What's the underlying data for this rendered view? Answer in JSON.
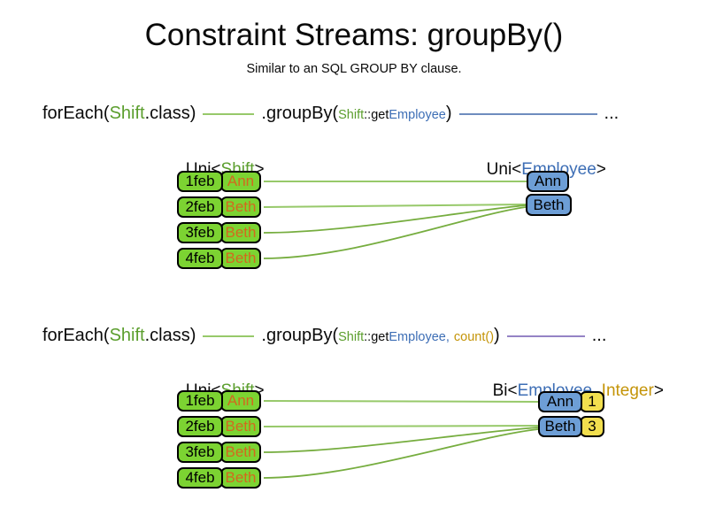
{
  "title": "Constraint Streams: groupBy()",
  "subtitle": "Similar to an SQL GROUP BY clause.",
  "colors": {
    "green_text": "#5B9E2D",
    "blue_text": "#3D6EB5",
    "gold_text": "#C49408",
    "orange_text": "#D2691E",
    "green_box": "#7CD332",
    "blue_box": "#6D9ED6",
    "yellow_box": "#F2DF4E",
    "green_line": "#97C96A",
    "green_line_dark": "#76AD3F",
    "blue_line": "#6E8CBE",
    "purple_line": "#9583C5"
  },
  "code1": {
    "foreach": "forEach(",
    "shift_class": "Shift",
    "class_close": ".class)",
    "groupby": ".groupBy(",
    "param_shift": "Shift",
    "param_getter": "::get",
    "param_employee": "Employee",
    "close": ")",
    "ellipsis": "..."
  },
  "code2": {
    "foreach": "forEach(",
    "shift_class": "Shift",
    "class_close": ".class)",
    "groupby": ".groupBy(",
    "param_shift": "Shift",
    "param_getter": "::get",
    "param_employee": "Employee,",
    "param_count": "count()",
    "close": ")",
    "ellipsis": "..."
  },
  "diagram1": {
    "left_header": {
      "pre": "Uni<",
      "type": "Shift",
      "post": ">"
    },
    "right_header": {
      "pre": "Uni<",
      "type": "Employee",
      "post": ">"
    },
    "rows": [
      {
        "date": "1feb",
        "name": "Ann"
      },
      {
        "date": "2feb",
        "name": "Beth"
      },
      {
        "date": "3feb",
        "name": "Beth"
      },
      {
        "date": "4feb",
        "name": "Beth"
      }
    ],
    "groups": [
      {
        "name": "Ann"
      },
      {
        "name": "Beth"
      }
    ]
  },
  "diagram2": {
    "left_header": {
      "pre": "Uni<",
      "type": "Shift",
      "post": ">"
    },
    "right_header": {
      "pre": "Bi<",
      "type1": "Employee",
      "sep": ", ",
      "type2": "Integer",
      "post": ">"
    },
    "rows": [
      {
        "date": "1feb",
        "name": "Ann"
      },
      {
        "date": "2feb",
        "name": "Beth"
      },
      {
        "date": "3feb",
        "name": "Beth"
      },
      {
        "date": "4feb",
        "name": "Beth"
      }
    ],
    "groups": [
      {
        "name": "Ann",
        "count": "1"
      },
      {
        "name": "Beth",
        "count": "3"
      }
    ]
  }
}
